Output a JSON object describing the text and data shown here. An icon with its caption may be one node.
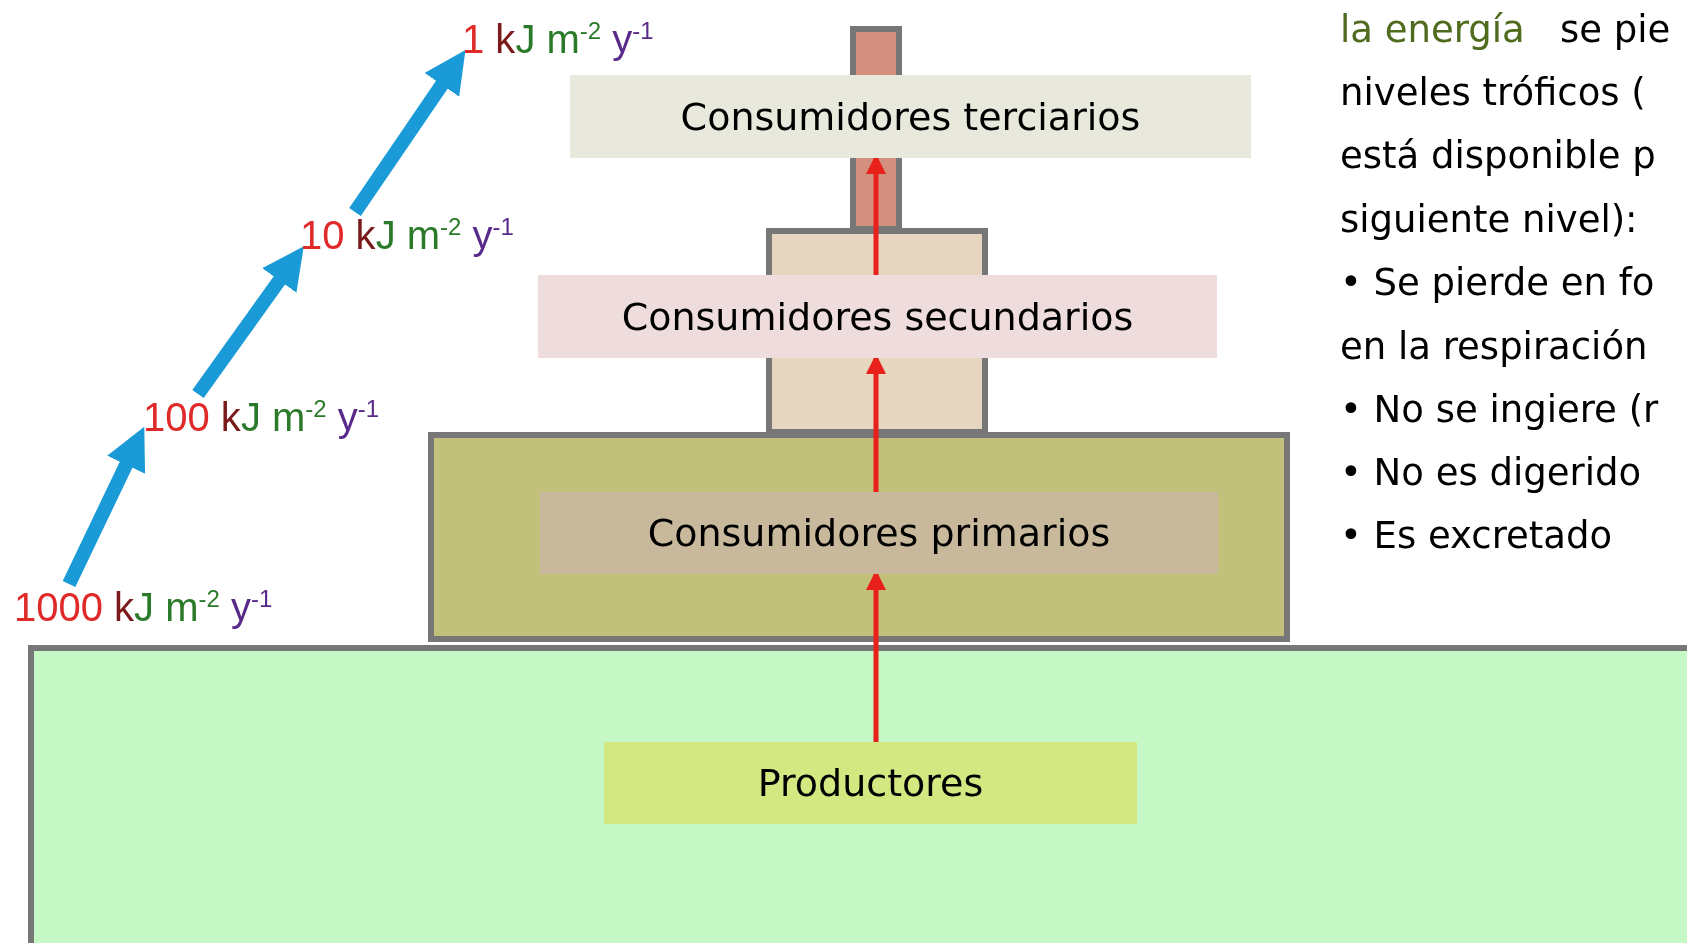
{
  "diagram": {
    "nodes": [
      {
        "text": [
          "1 kJ m$^{-2}$ y$^{-1}$"
        ]
      },
      {
        "text": [
          "Consumidores terciarios"
        ]
      },
      {
        "text": [
          "10 kJ m$^{-2}$ y$^{-1}$"
        ]
      },
      {
        "text": [
          "Consumidores secundarios"
        ]
      },
      {
        "text": [
          "100 kJ m$^{-2}$ y$^{-1}$"
        ]
      },
      {
        "text": [
          "Consumidores primarios"
        ]
      },
      {
        "text": [
          "1000 kJ m$^{-2}$ y$^{-1}$"
        ]
      },
      {
        "text": [
          "Productores"
        ]
      }
    ],
    "edges": [
      {
        "from": 7,
        "to": 5,
        "arrow": "to",
        "color": "#e8211a"
      },
      {
        "from": 5,
        "to": 3,
        "arrow": "to",
        "color": "#e8211a"
      },
      {
        "from": 3,
        "to": 1,
        "arrow": "to",
        "color": "#e8211a"
      },
      {
        "from": 6,
        "to": 4,
        "arrow": "to",
        "style": "thick",
        "color": "#1a9ad6"
      },
      {
        "from": 4,
        "to": 2,
        "arrow": "to",
        "style": "thick",
        "color": "#1a9ad6"
      },
      {
        "from": 2,
        "to": 0,
        "arrow": "to",
        "style": "thick",
        "color": "#1a9ad6"
      }
    ],
    "labels": [
      "la energía",
      "se pie",
      "niveles tróficos (",
      "está disponible p",
      "siguiente nivel):",
      "• Se pierde en fo",
      "en la respiración",
      "• No se ingiere (r",
      "• No es digerido",
      "• Es excretado"
    ]
  }
}
